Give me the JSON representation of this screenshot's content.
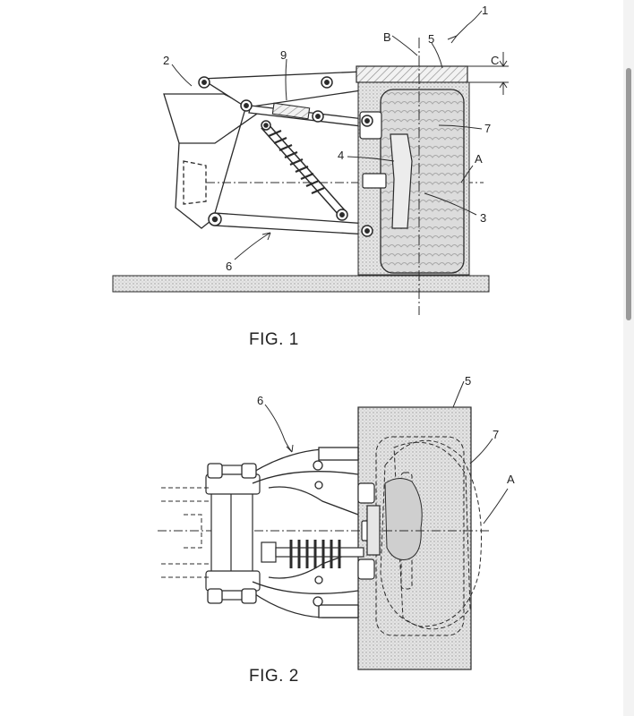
{
  "figures": [
    {
      "caption": "FIG. 1",
      "labels": {
        "ref1": "1",
        "ref2": "2",
        "ref3": "3",
        "ref4": "4",
        "ref5": "5",
        "ref6": "6",
        "ref7": "7",
        "ref9": "9",
        "axisA": "A",
        "axisB": "B",
        "dimC": "C"
      }
    },
    {
      "caption": "FIG. 2",
      "labels": {
        "ref5": "5",
        "ref6": "6",
        "ref7": "7",
        "axisA": "A"
      }
    }
  ],
  "colors": {
    "line": "#2b2b2b",
    "stipple": "#cfcfcf",
    "ground": "#bdbdbd",
    "scroll_thumb": "#9a9a9a"
  }
}
